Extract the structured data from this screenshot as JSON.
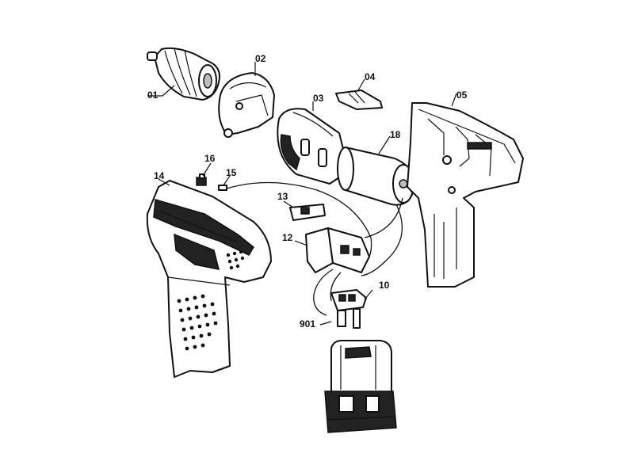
{
  "labels": {
    "p01": "01",
    "p02": "02",
    "p03": "03",
    "p04": "04",
    "p05": "05",
    "p10": "10",
    "p12": "12",
    "p13": "13",
    "p14": "14",
    "p15": "15",
    "p16": "16",
    "p18": "18",
    "p901": "901"
  }
}
